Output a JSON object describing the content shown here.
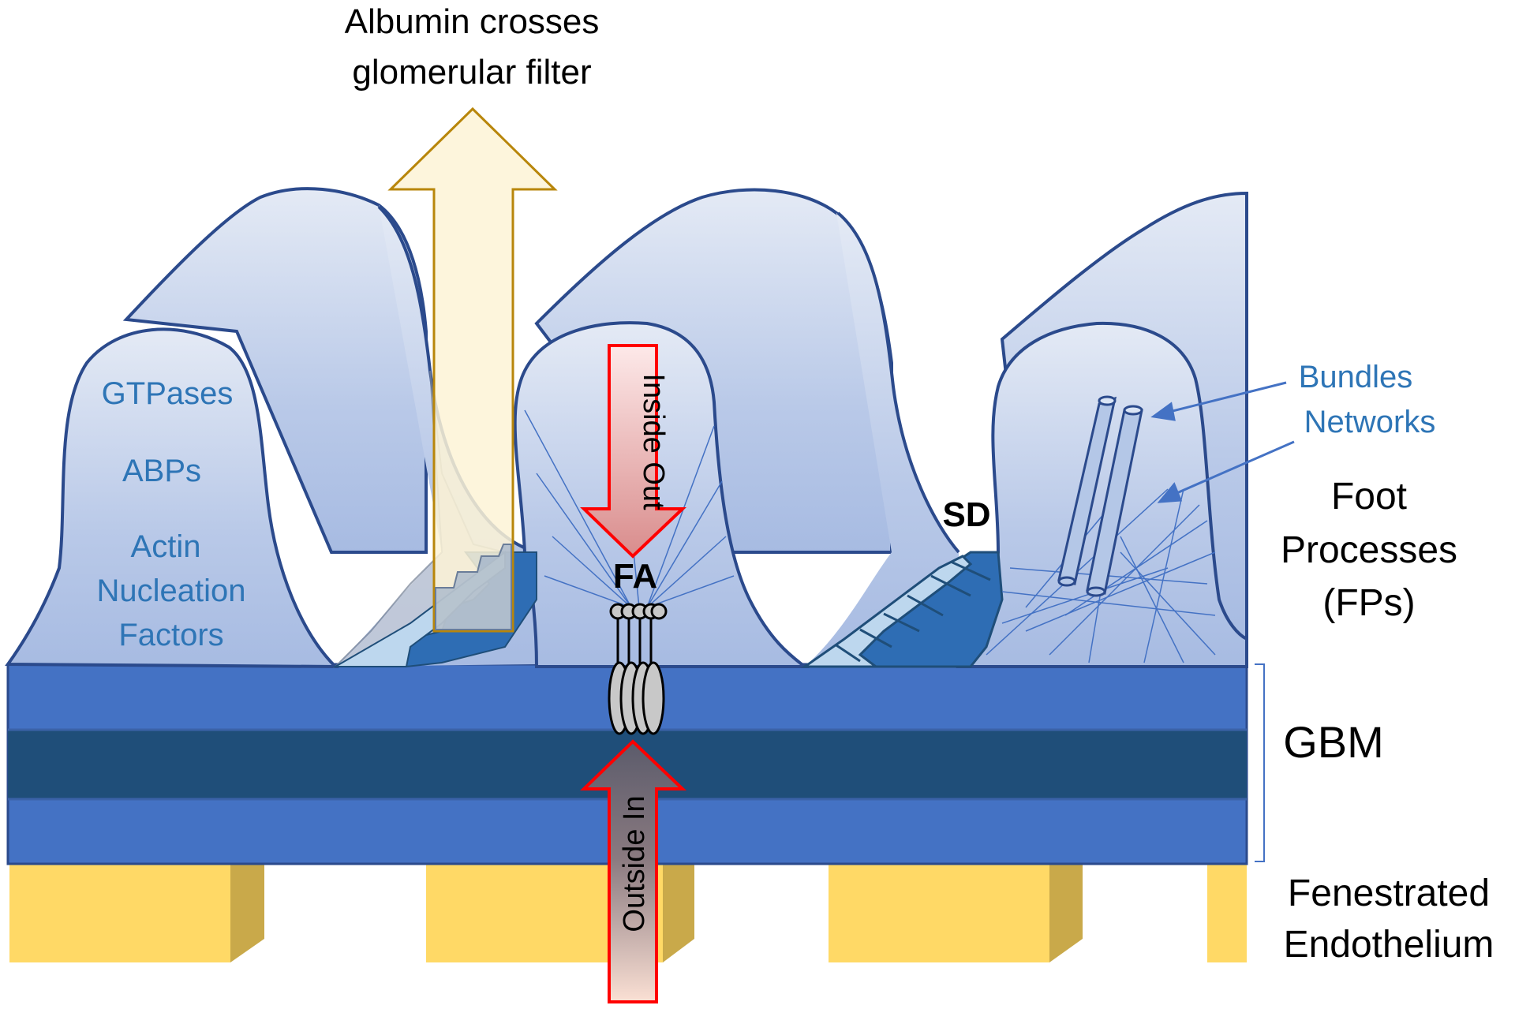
{
  "title_line1": "Albumin crosses",
  "title_line2": "glomerular filter",
  "left_fp_labels": [
    "GTPases",
    "ABPs",
    "Actin",
    "Nucleation",
    "Factors"
  ],
  "arrow_inside_out": "Inside Out",
  "arrow_outside_in": "Outside In",
  "label_fa": "FA",
  "label_sd": "SD",
  "label_bundles": "Bundles",
  "label_networks": "Networks",
  "label_foot_line1": "Foot",
  "label_foot_line2": "Processes",
  "label_foot_line3": "(FPs)",
  "label_gbm": "GBM",
  "label_endo_line1": "Fenestrated",
  "label_endo_line2": "Endothelium",
  "colors": {
    "fp_fill_top": "#dfe6f3",
    "fp_fill_bottom": "#a9bde4",
    "fp_outline": "#2b4a8c",
    "gbm_light": "#4472c4",
    "gbm_dark": "#1f4e79",
    "endothelium": "#ffd966",
    "endothelium_side": "#c9a94a",
    "albumin_arrow_fill": "#fdf3d6",
    "albumin_arrow_stroke": "#b8860b",
    "signal_arrow_stroke": "#ff0000",
    "label_blue": "#2e75b6",
    "sd_dark": "#2e6db4",
    "sd_light": "#bdd7ee"
  }
}
